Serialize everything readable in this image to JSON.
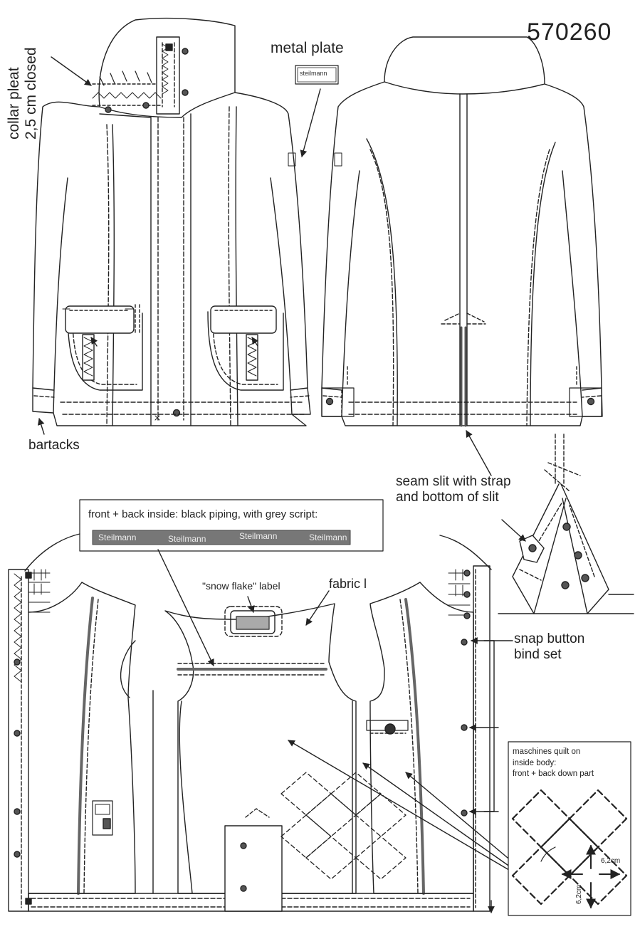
{
  "sheet": {
    "style_number": "570260",
    "labels": {
      "metal_plate": "metal plate",
      "collar_pleat_line1": "collar pleat",
      "collar_pleat_line2": "2,5 cm closed",
      "bartacks": "bartacks",
      "seam_slit_line1": "seam slit with strap",
      "seam_slit_line2": "and bottom of slit",
      "piping_note": "front + back inside: black piping, with grey script:",
      "snow_flake_label": "\"snow flake\" label",
      "fabric": "fabric l",
      "snap_line1": "snap button",
      "snap_line2": "bind set",
      "quilt_line1": "maschines quilt on",
      "quilt_line2": "inside body:",
      "quilt_line3": "front + back down part",
      "dim_horizontal": "6,2cm",
      "dim_vertical": "6,2cm"
    },
    "piping_script": [
      "Steilmann",
      "Steilmann",
      "Steilmann",
      "Steilmann"
    ],
    "metal_plate_text": "steilmann",
    "colors": {
      "line": "#222222",
      "piping": "#777777",
      "piping_script": "#eeeeee",
      "background": "#ffffff"
    }
  }
}
